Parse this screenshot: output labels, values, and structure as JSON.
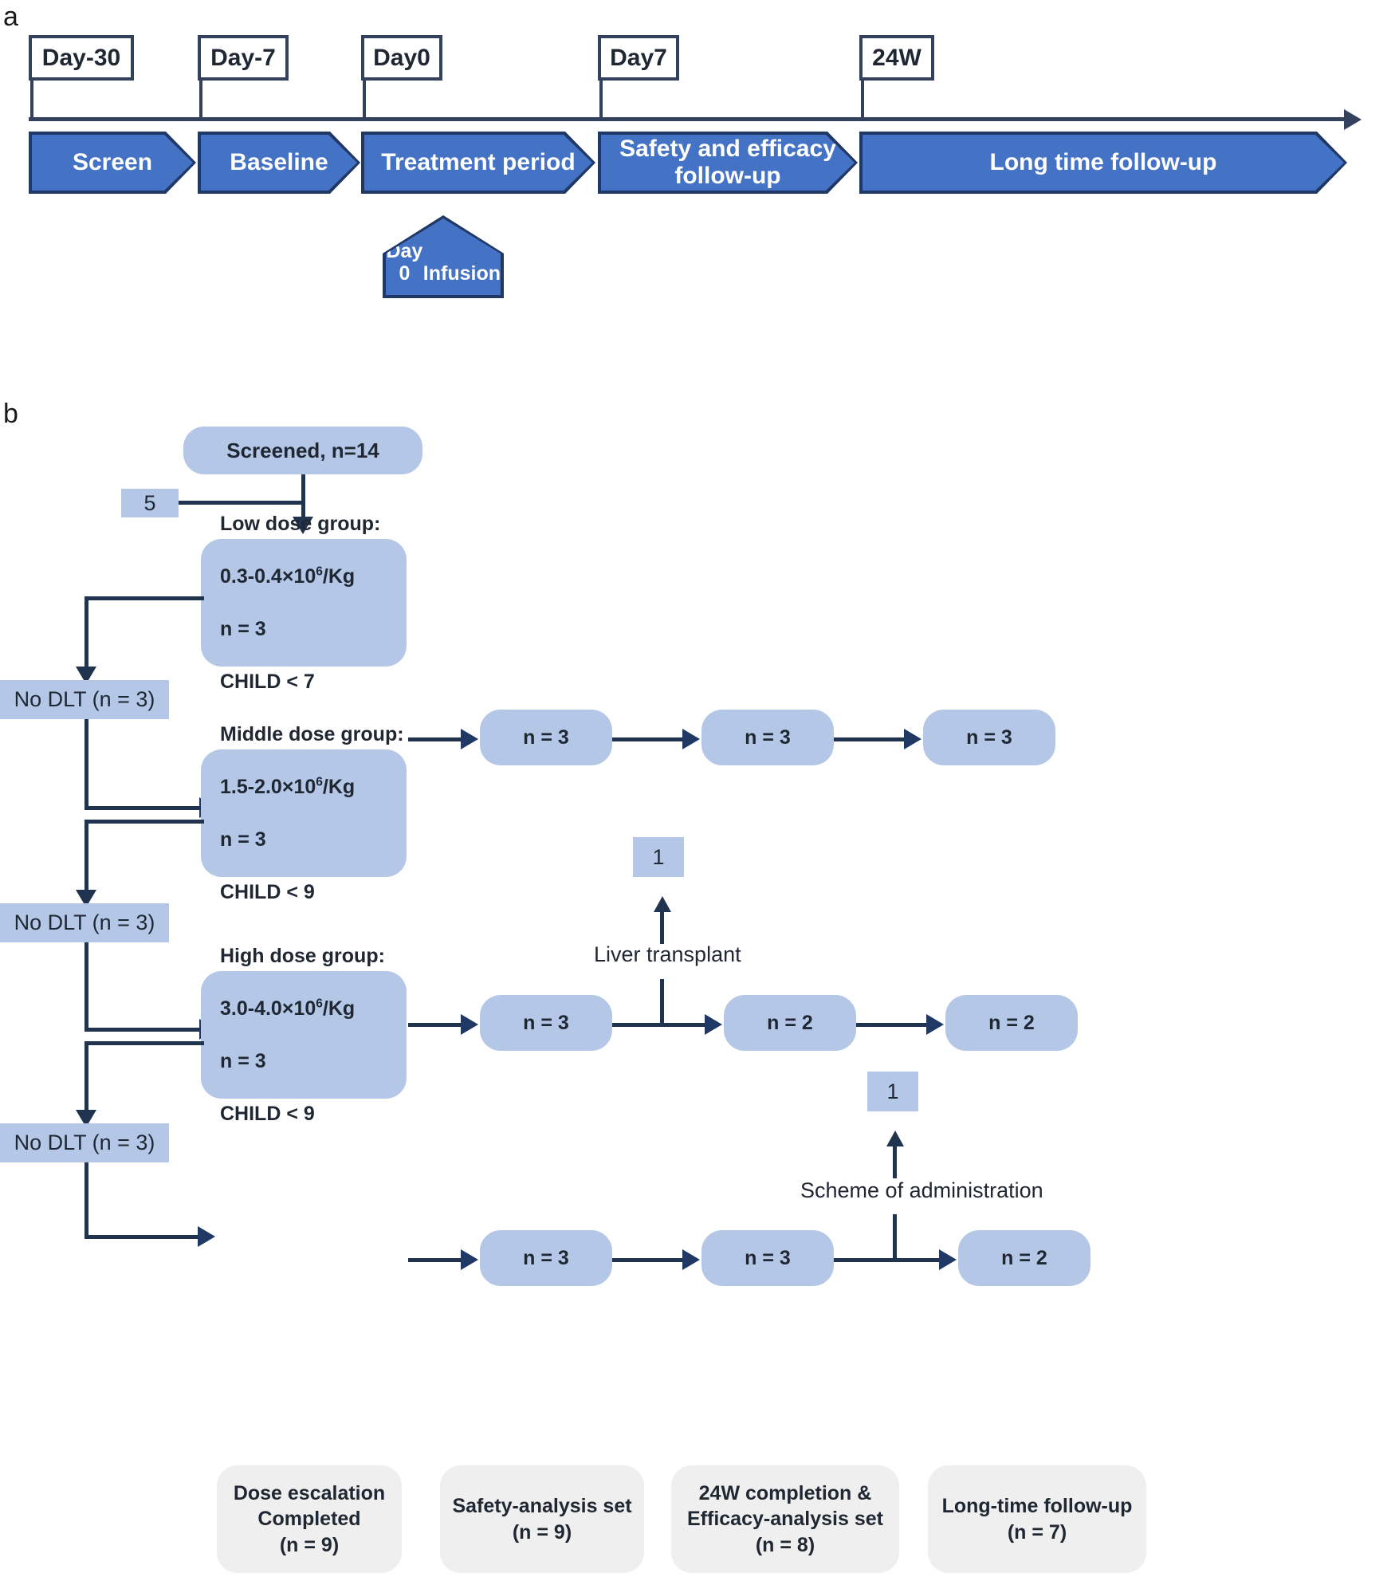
{
  "panels": {
    "a_label": "a",
    "b_label": "b"
  },
  "timeline": {
    "milestones": [
      {
        "label": "Day-30"
      },
      {
        "label": "Day-7"
      },
      {
        "label": "Day0"
      },
      {
        "label": "Day7"
      },
      {
        "label": "24W"
      }
    ],
    "phases": [
      {
        "label": "Screen"
      },
      {
        "label": "Baseline"
      },
      {
        "label": "Treatment period"
      },
      {
        "label": "Safety and efficacy follow-up"
      },
      {
        "label": "Long time follow-up"
      }
    ],
    "infusion": {
      "line1": "Day 0",
      "line2": "Infusion"
    }
  },
  "flow": {
    "screened": "Screened, n=14",
    "excluded": "5",
    "groups": [
      {
        "title": "Low dose group:",
        "dose_pre": "0.3-0.4×10",
        "dose_sup": "6",
        "dose_post": "/Kg",
        "n": "n = 3",
        "child": "CHILD < 7",
        "followups": [
          "n = 3",
          "n = 3",
          "n = 3"
        ],
        "dropout": null
      },
      {
        "title": "Middle dose group:",
        "dose_pre": "1.5-2.0×10",
        "dose_sup": "6",
        "dose_post": "/Kg",
        "n": "n = 3",
        "child": "CHILD < 9",
        "followups": [
          "n = 3",
          "n = 2",
          "n = 2"
        ],
        "dropout": {
          "count": "1",
          "reason": "Liver transplant",
          "after_index": 0
        }
      },
      {
        "title": "High dose group:",
        "dose_pre": "3.0-4.0×10",
        "dose_sup": "6",
        "dose_post": "/Kg",
        "n": "n = 3",
        "child": "CHILD < 9",
        "followups": [
          "n = 3",
          "n = 3",
          "n = 2"
        ],
        "dropout": {
          "count": "1",
          "reason": "Scheme of administration",
          "after_index": 1
        }
      }
    ],
    "no_dlt": [
      "No DLT (n = 3)",
      "No DLT (n = 3)",
      "No DLT (n = 3)"
    ],
    "outcomes": [
      "Dose escalation\nCompleted\n(n = 9)",
      "Safety-analysis set\n(n = 9)",
      "24W completion &\nEfficacy-analysis set\n(n = 8)",
      "Long-time follow-up\n(n = 7)"
    ]
  },
  "colors": {
    "chevron_fill": "#4472c4",
    "chevron_border": "#1f3864",
    "node_blue": "#b4c7e7",
    "node_grey": "#efefef",
    "line": "#1f3864",
    "flag_border": "#33415c"
  }
}
